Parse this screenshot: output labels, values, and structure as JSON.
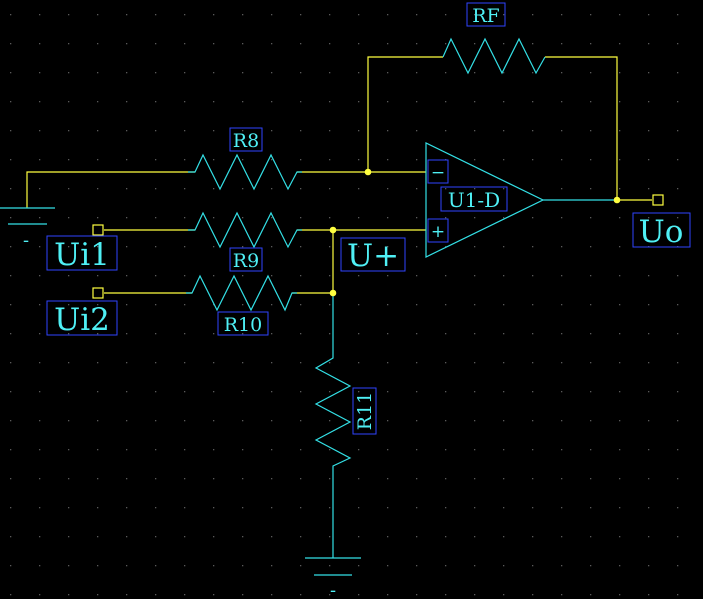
{
  "labels": {
    "rf": "RF",
    "r8": "R8",
    "r9": "R9",
    "r10": "R10",
    "r11": "R11",
    "opamp": "U1-D",
    "minus_sign": "−",
    "plus_sign": "+",
    "u_plus": "U+",
    "uo": "Uo",
    "ui1": "Ui1",
    "ui2": "Ui2",
    "ground_mark": "-"
  },
  "colors": {
    "background": "#000000",
    "wire": "#ffff40",
    "component": "#33e0e6",
    "label_text": "#4ff0f5",
    "label_box": "#2f45ff",
    "grid_dot": "#5a5a5a"
  }
}
